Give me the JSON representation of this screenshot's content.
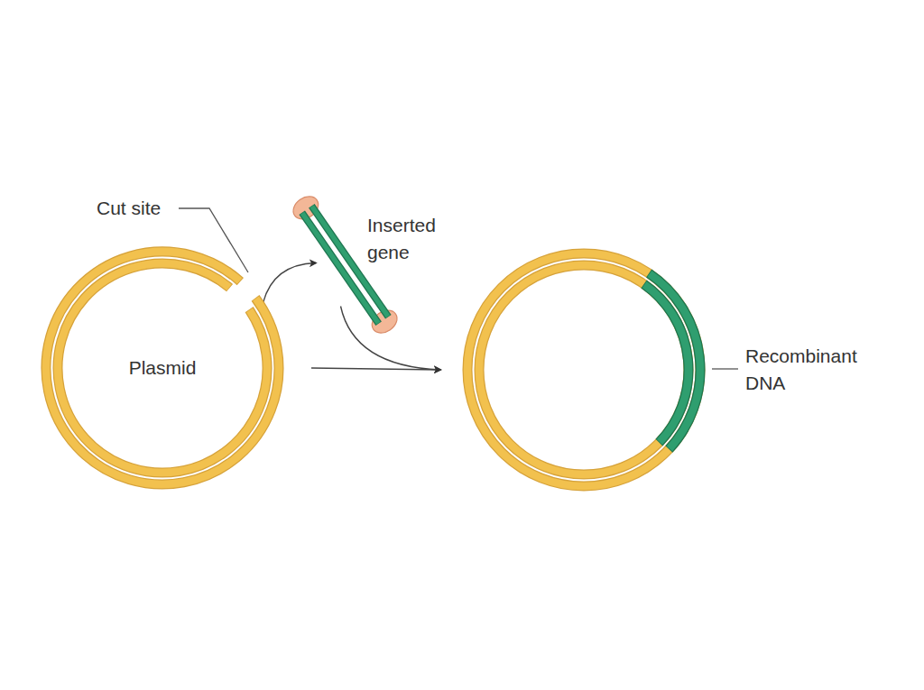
{
  "diagram": {
    "nodes": [
      {
        "text": [
          "Plasmid"
        ]
      },
      {
        "text": [
          "Inserted gene"
        ]
      },
      {
        "text": [
          "Recombinant DNA"
        ]
      }
    ],
    "edges": [
      {
        "from": 0,
        "to": 1,
        "arrow": "to"
      },
      {
        "from": 1,
        "to": 2,
        "arrow": "to"
      },
      {
        "from": 0,
        "to": 2,
        "arrow": "to"
      }
    ],
    "labels": [
      "Cut site"
    ]
  }
}
